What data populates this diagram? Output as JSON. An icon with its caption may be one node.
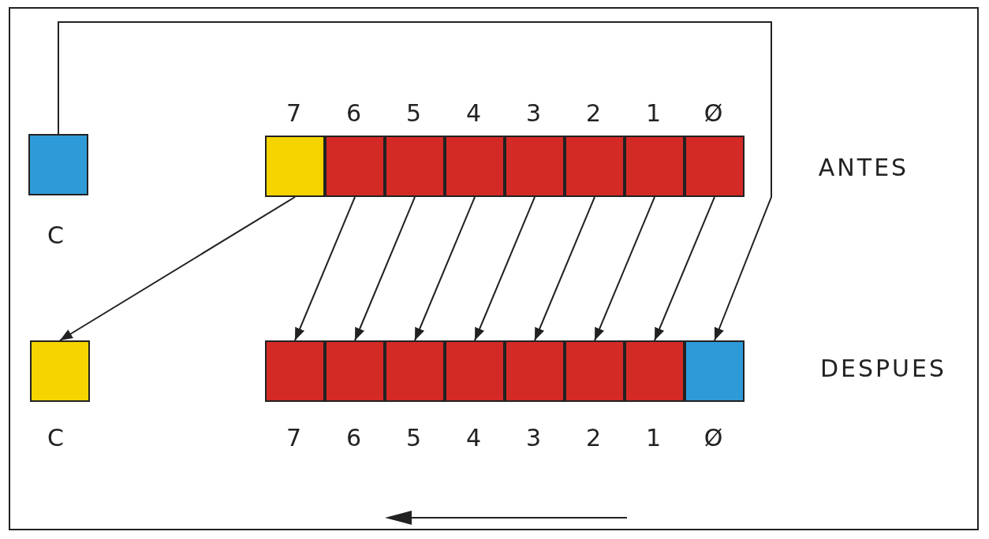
{
  "diagram": {
    "nodes": [
      {
        "text": [],
        "shape": "box"
      },
      {
        "text": [],
        "shape": "box"
      },
      {
        "text": [],
        "shape": "box"
      },
      {
        "text": [],
        "shape": "box"
      },
      {
        "text": [],
        "shape": "box"
      },
      {
        "text": [],
        "shape": "box"
      },
      {
        "text": [],
        "shape": "box"
      },
      {
        "text": [],
        "shape": "box"
      },
      {
        "text": [],
        "shape": "box"
      },
      {
        "text": [],
        "shape": "box"
      },
      {
        "text": [],
        "shape": "box"
      },
      {
        "text": [],
        "shape": "box"
      },
      {
        "text": [],
        "shape": "box"
      },
      {
        "text": [],
        "shape": "box"
      },
      {
        "text": [],
        "shape": "box"
      },
      {
        "text": [],
        "shape": "box"
      },
      {
        "text": [],
        "shape": "box"
      },
      {
        "text": [],
        "shape": "box"
      }
    ],
    "edges": [
      {
        "from": 0,
        "to": 17,
        "arrow": "to"
      },
      {
        "from": 1,
        "to": 9,
        "arrow": "to"
      },
      {
        "from": 2,
        "to": 10,
        "arrow": "to"
      },
      {
        "from": 3,
        "to": 11,
        "arrow": "to"
      },
      {
        "from": 4,
        "to": 12,
        "arrow": "to"
      },
      {
        "from": 5,
        "to": 13,
        "arrow": "to"
      },
      {
        "from": 6,
        "to": 14,
        "arrow": "to"
      },
      {
        "from": 7,
        "to": 15,
        "arrow": "to"
      },
      {
        "from": 8,
        "to": 16,
        "arrow": "to"
      }
    ],
    "labels": [
      "7",
      "6",
      "5",
      "4",
      "3",
      "2",
      "1",
      "Ø",
      "ANTES",
      "C",
      "DESPUES",
      "C",
      "7",
      "6",
      "5",
      "4",
      "3",
      "2",
      "1",
      "Ø"
    ]
  }
}
